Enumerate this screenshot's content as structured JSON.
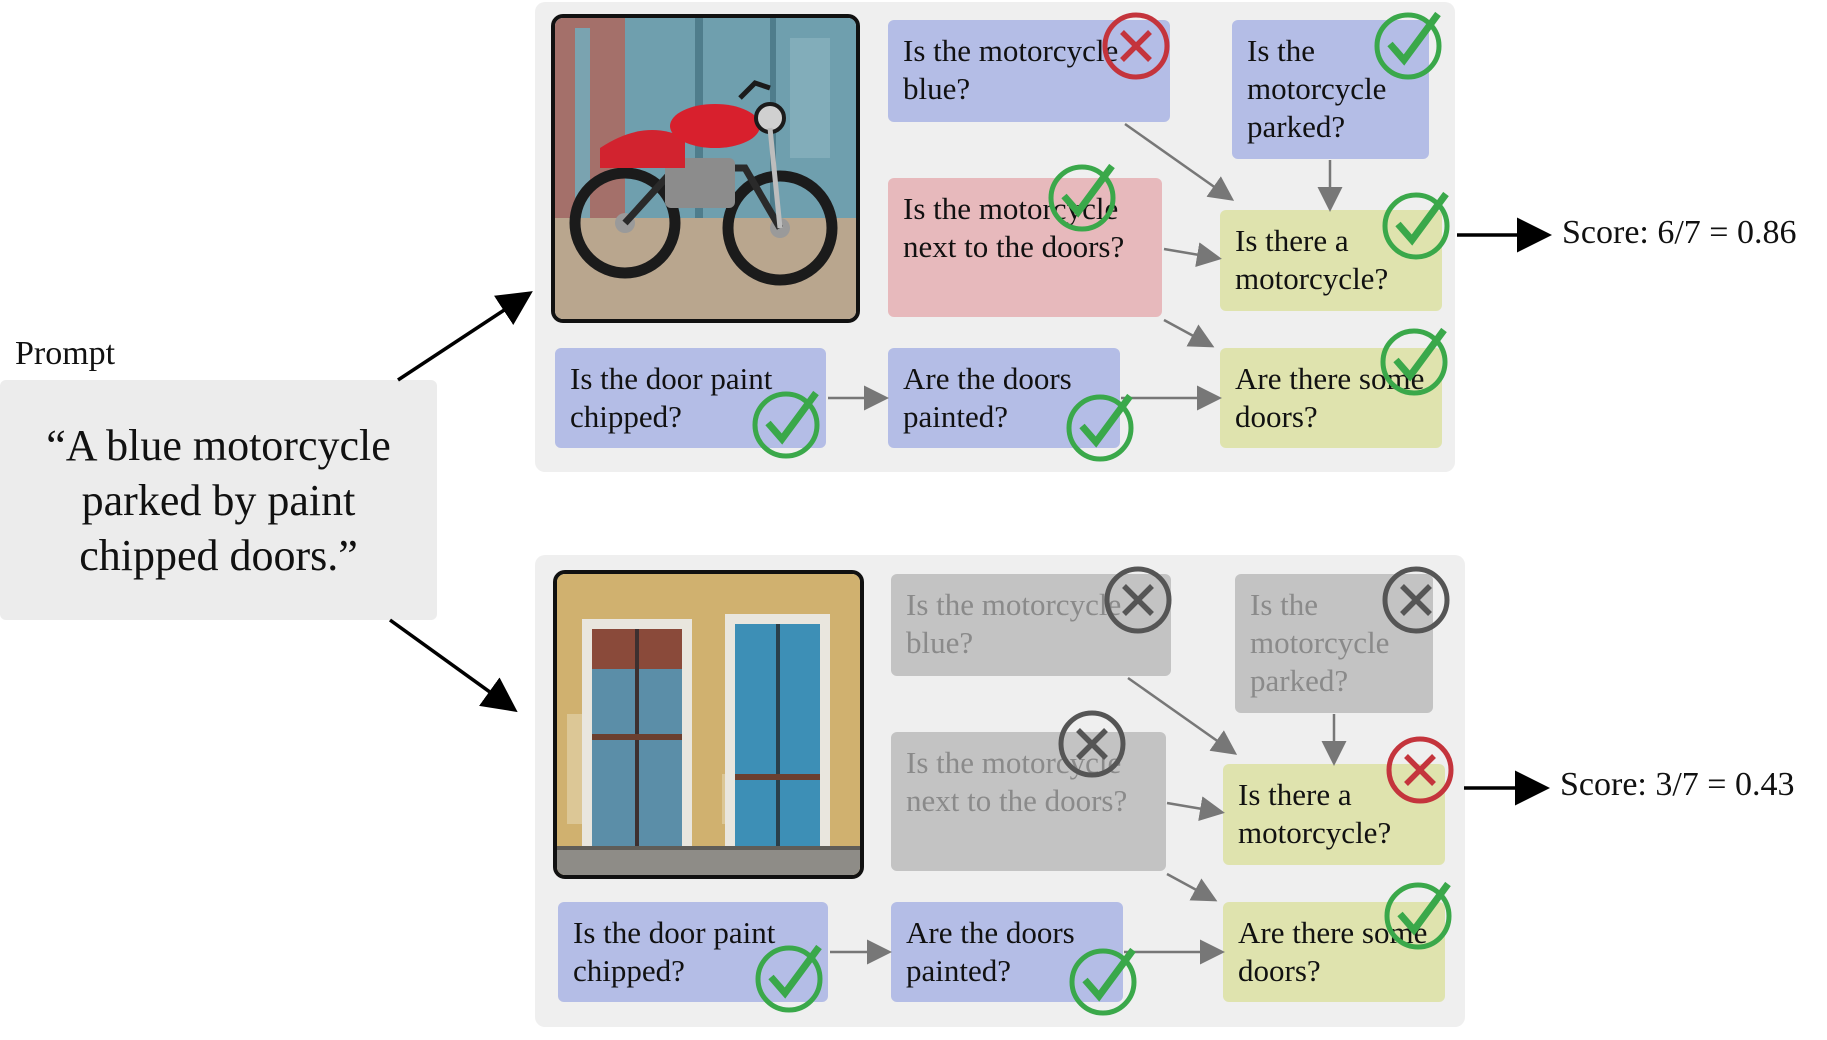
{
  "prompt": {
    "label": "Prompt",
    "text": "“A blue motorcycle parked by paint chipped doors.”"
  },
  "panels": [
    {
      "score": "Score: 6/7 = 0.86",
      "questions": {
        "blue": "Is the motorcycle blue?",
        "parked": "Is the motorcycle parked?",
        "next_to": "Is the motorcycle next to the doors?",
        "there_motorcycle": "Is there a motorcycle?",
        "chipped": "Is the door paint chipped?",
        "painted": "Are the doors painted?",
        "some_doors": "Are there some doors?"
      },
      "results": {
        "blue": "fail",
        "parked": "pass",
        "next_to": "pass",
        "there_motorcycle": "pass",
        "chipped": "pass",
        "painted": "pass",
        "some_doors": "pass"
      }
    },
    {
      "score": "Score: 3/7 = 0.43",
      "questions": {
        "blue": "Is the motorcycle blue?",
        "parked": "Is the motorcycle parked?",
        "next_to": "Is the motorcycle next to the doors?",
        "there_motorcycle": "Is there a motorcycle?",
        "chipped": "Is the door paint chipped?",
        "painted": "Are the doors painted?",
        "some_doors": "Are there some doors?"
      },
      "results": {
        "blue": "skipped",
        "parked": "skipped",
        "next_to": "skipped",
        "there_motorcycle": "fail",
        "chipped": "pass",
        "painted": "pass",
        "some_doors": "pass"
      }
    }
  ],
  "colors": {
    "pass": "#3aa84a",
    "fail": "#c4343c",
    "skipped": "#555555",
    "blue_box": "#b4bde6",
    "red_box": "#e7b9bc",
    "yellow_box": "#dfe3ae",
    "grey_box": "#c3c3c3"
  },
  "icons": [
    "check-icon",
    "cross-icon"
  ]
}
